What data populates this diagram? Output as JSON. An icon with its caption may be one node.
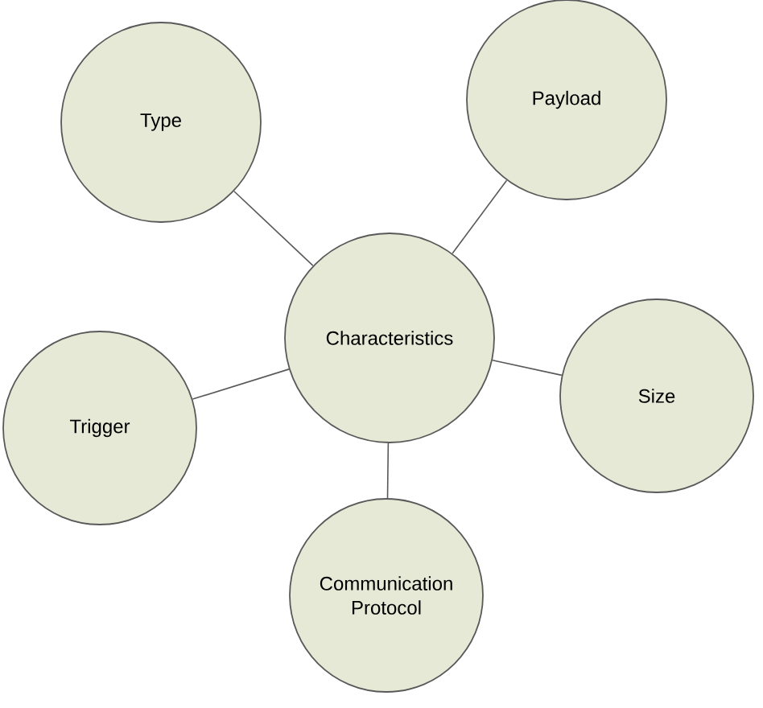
{
  "diagram": {
    "nodes": [
      {
        "text": [
          "Type"
        ]
      },
      {
        "text": [
          "Payload"
        ]
      },
      {
        "text": [
          "Characteristics"
        ]
      },
      {
        "text": [
          "Trigger"
        ]
      },
      {
        "text": [
          "Size"
        ]
      },
      {
        "text": [
          "Communication Protocol"
        ]
      }
    ],
    "edges": [
      {
        "from": 2,
        "to": 0,
        "arrow": "none"
      },
      {
        "from": 2,
        "to": 1,
        "arrow": "none"
      },
      {
        "from": 2,
        "to": 3,
        "arrow": "none"
      },
      {
        "from": 2,
        "to": 4,
        "arrow": "none"
      },
      {
        "from": 2,
        "to": 5,
        "arrow": "none"
      }
    ]
  }
}
